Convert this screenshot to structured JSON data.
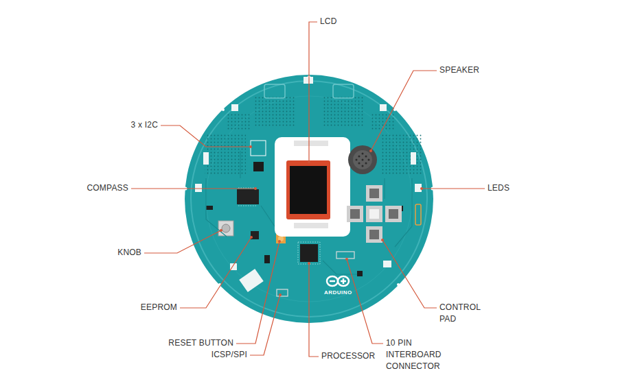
{
  "diagram": {
    "labels": [
      "LCD",
      "SPEAKER",
      "3 x I2C",
      "COMPASS",
      "LEDS",
      "KNOB",
      "EEPROM",
      "CONTROL PAD",
      "RESET BUTTON",
      "ICSP/SPI",
      "PROCESSOR",
      "10 PIN INTERBOARD CONNECTOR",
      "ARDUINO"
    ]
  }
}
